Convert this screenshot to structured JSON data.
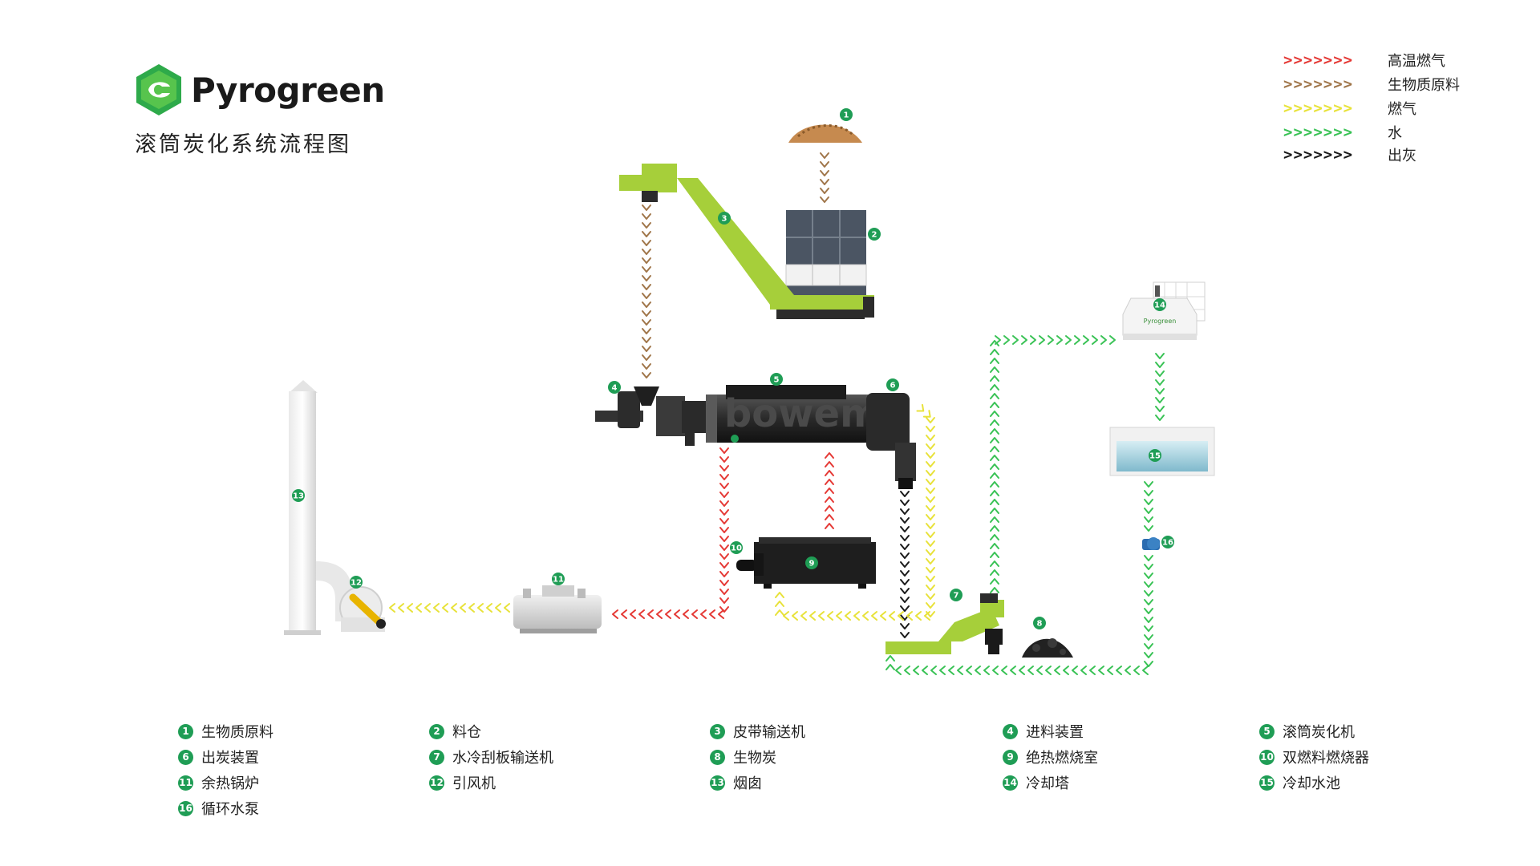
{
  "brand": {
    "name": "Pyrogreen",
    "subtitle": "滚筒炭化系统流程图"
  },
  "colors": {
    "high_temp_gas": "#e53935",
    "biomass": "#a0764a",
    "fuel_gas": "#e8e23a",
    "water": "#39c255",
    "ash": "#1a1a1a",
    "badge": "#1f9d55",
    "equipment_green": "#a6cf3a"
  },
  "legend": [
    {
      "label": "高温燃气",
      "color": "#e53935"
    },
    {
      "label": "生物质原料",
      "color": "#a0764a"
    },
    {
      "label": "燃气",
      "color": "#e8e23a"
    },
    {
      "label": "水",
      "color": "#39c255"
    },
    {
      "label": "出灰",
      "color": "#1a1a1a"
    }
  ],
  "components": [
    {
      "num": "1",
      "label": "生物质原料"
    },
    {
      "num": "2",
      "label": "料仓"
    },
    {
      "num": "3",
      "label": "皮带输送机"
    },
    {
      "num": "4",
      "label": "进料装置"
    },
    {
      "num": "5",
      "label": "滚筒炭化机"
    },
    {
      "num": "6",
      "label": "出炭装置"
    },
    {
      "num": "7",
      "label": "水冷刮板输送机"
    },
    {
      "num": "8",
      "label": "生物炭"
    },
    {
      "num": "9",
      "label": "绝热燃烧室"
    },
    {
      "num": "10",
      "label": "双燃料燃烧器"
    },
    {
      "num": "11",
      "label": "余热锅炉"
    },
    {
      "num": "12",
      "label": "引风机"
    },
    {
      "num": "13",
      "label": "烟囱"
    },
    {
      "num": "14",
      "label": "冷却塔"
    },
    {
      "num": "15",
      "label": "冷却水池"
    },
    {
      "num": "16",
      "label": "循环水泵"
    }
  ],
  "drum_watermark": "bowem",
  "tower_brand": "Pyrogreen"
}
